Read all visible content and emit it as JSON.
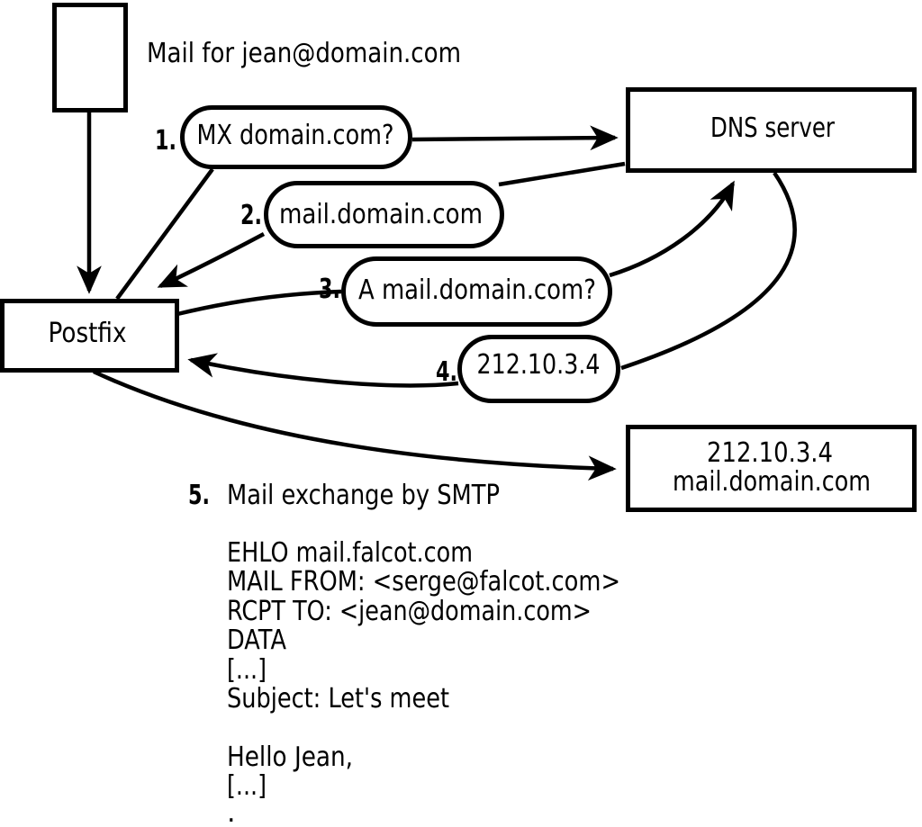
{
  "mail": {
    "label": "Mail for jean@domain.com"
  },
  "nodes": {
    "postfix": "Postfix",
    "dns_server": "DNS server",
    "mail_server": {
      "line1": "212.10.3.4",
      "line2": "mail.domain.com"
    }
  },
  "steps": [
    {
      "number": "1.",
      "label": "MX domain.com?"
    },
    {
      "number": "2.",
      "label": "mail.domain.com"
    },
    {
      "number": "3.",
      "label": "A mail.domain.com?"
    },
    {
      "number": "4.",
      "label": "212.10.3.4"
    },
    {
      "number": "5.",
      "label": "Mail exchange by SMTP"
    }
  ],
  "smtp_session": {
    "lines": [
      "EHLO mail.falcot.com",
      "MAIL FROM: <serge@falcot.com>",
      "RCPT TO: <jean@domain.com>",
      "DATA",
      "[...]",
      "Subject: Let's meet",
      "",
      "Hello Jean,",
      "[...]",
      "."
    ]
  },
  "colors": {
    "line": "#000000",
    "background": "#ffffff"
  }
}
